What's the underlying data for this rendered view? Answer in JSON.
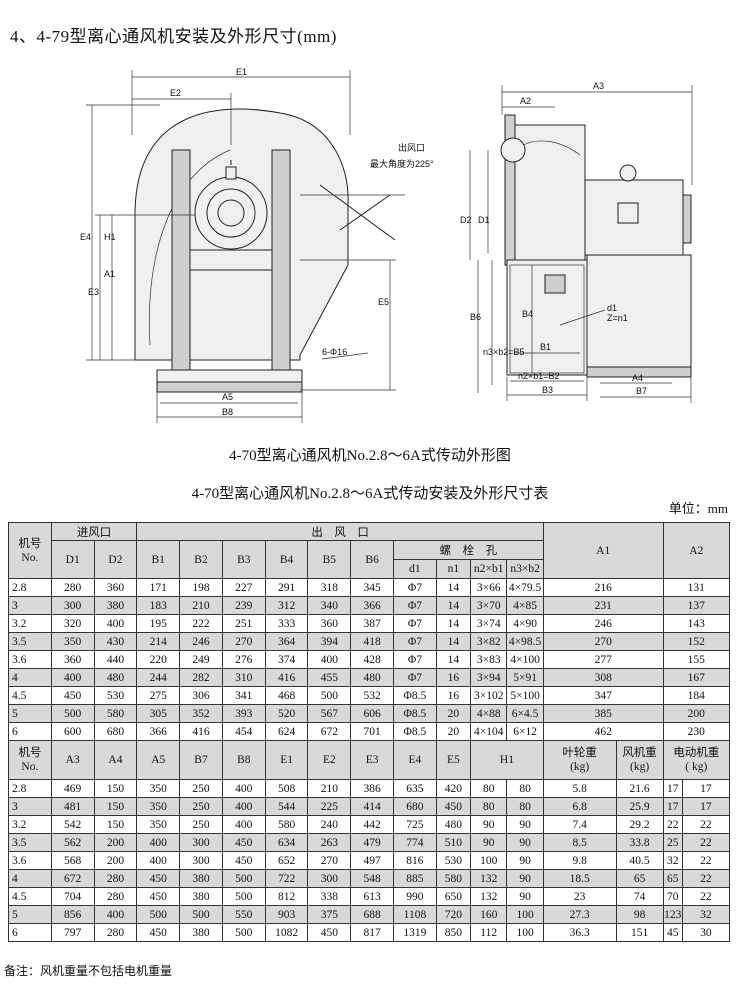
{
  "page": {
    "heading": "4、4-79型离心通风机安装及外形尺寸(mm)",
    "caption": "4-70型离心通风机No.2.8～6A式传动外形图",
    "table_title": "4-70型离心通风机No.2.8～6A式传动安装及外形尺寸表",
    "unit_label": "单位：mm",
    "footnote": "备注：风机重量不包括电机重量"
  },
  "drawing": {
    "left_view": {
      "labels": {
        "E1": "E1",
        "E2": "E2",
        "E3": "E3",
        "E4": "E4",
        "E5": "E5",
        "H1": "H1",
        "A1": "A1",
        "A5": "A5",
        "B8": "B8",
        "outlet1": "出风口",
        "outlet2": "最大角度为225°",
        "holes": "6-Φ16"
      }
    },
    "right_view": {
      "labels": {
        "A2": "A2",
        "A3": "A3",
        "A4": "A4",
        "D1": "D1",
        "D2": "D2",
        "B1": "B1",
        "B3": "B3",
        "B4": "B4",
        "B6": "B6",
        "B7": "B7",
        "n3": "n3×b2=B5",
        "n2": "n2×b1=B2",
        "d1": "d1",
        "zn": "Z=n1"
      }
    }
  },
  "table1": {
    "h_jihao": "机号\nNo.",
    "h_inlet": "进风口",
    "h_outlet": "出　风　口",
    "h_bolt": "螺　栓　孔",
    "h_cols": [
      "D1",
      "D2",
      "B1",
      "B2",
      "B3",
      "B4",
      "B5",
      "B6"
    ],
    "h_bolt_cols": [
      "d1",
      "n1",
      "n2×b1",
      "n3×b2"
    ],
    "h_A1": "A1",
    "h_A2": "A2",
    "rows": [
      [
        "2.8",
        "280",
        "360",
        "171",
        "198",
        "227",
        "291",
        "318",
        "345",
        "Φ7",
        "14",
        "3×66",
        "4×79.5",
        "216",
        "131"
      ],
      [
        "3",
        "300",
        "380",
        "183",
        "210",
        "239",
        "312",
        "340",
        "366",
        "Φ7",
        "14",
        "3×70",
        "4×85",
        "231",
        "137"
      ],
      [
        "3.2",
        "320",
        "400",
        "195",
        "222",
        "251",
        "333",
        "360",
        "387",
        "Φ7",
        "14",
        "3×74",
        "4×90",
        "246",
        "143"
      ],
      [
        "3.5",
        "350",
        "430",
        "214",
        "246",
        "270",
        "364",
        "394",
        "418",
        "Φ7",
        "14",
        "3×82",
        "4×98.5",
        "270",
        "152"
      ],
      [
        "3.6",
        "360",
        "440",
        "220",
        "249",
        "276",
        "374",
        "400",
        "428",
        "Φ7",
        "14",
        "3×83",
        "4×100",
        "277",
        "155"
      ],
      [
        "4",
        "400",
        "480",
        "244",
        "282",
        "310",
        "416",
        "455",
        "480",
        "Φ7",
        "16",
        "3×94",
        "5×91",
        "308",
        "167"
      ],
      [
        "4.5",
        "450",
        "530",
        "275",
        "306",
        "341",
        "468",
        "500",
        "532",
        "Φ8.5",
        "16",
        "3×102",
        "5×100",
        "347",
        "184"
      ],
      [
        "5",
        "500",
        "580",
        "305",
        "352",
        "393",
        "520",
        "567",
        "606",
        "Φ8.5",
        "20",
        "4×88",
        "6×4.5",
        "385",
        "200"
      ],
      [
        "6",
        "600",
        "680",
        "366",
        "416",
        "454",
        "624",
        "672",
        "701",
        "Φ8.5",
        "20",
        "4×104",
        "6×12",
        "462",
        "230"
      ]
    ]
  },
  "table2": {
    "h_jihao": "机号\nNo.",
    "h_cols": [
      "A3",
      "A4",
      "A5",
      "B7",
      "B8",
      "E1",
      "E2",
      "E3",
      "E4",
      "E5"
    ],
    "h_H1": "H1",
    "h_impeller": "叶轮重\n(kg)",
    "h_fan": "风机重\n(kg)",
    "h_motor": "电动机重\n( kg)",
    "rows": [
      [
        "2.8",
        "469",
        "150",
        "350",
        "250",
        "400",
        "508",
        "210",
        "386",
        "635",
        "420",
        "80",
        "80",
        "5.8",
        "21.6",
        "17",
        "17"
      ],
      [
        "3",
        "481",
        "150",
        "350",
        "250",
        "400",
        "544",
        "225",
        "414",
        "680",
        "450",
        "80",
        "80",
        "6.8",
        "25.9",
        "17",
        "17"
      ],
      [
        "3.2",
        "542",
        "150",
        "350",
        "250",
        "400",
        "580",
        "240",
        "442",
        "725",
        "480",
        "90",
        "90",
        "7.4",
        "29.2",
        "22",
        "22"
      ],
      [
        "3.5",
        "562",
        "200",
        "400",
        "300",
        "450",
        "634",
        "263",
        "479",
        "774",
        "510",
        "90",
        "90",
        "8.5",
        "33.8",
        "25",
        "22"
      ],
      [
        "3.6",
        "568",
        "200",
        "400",
        "300",
        "450",
        "652",
        "270",
        "497",
        "816",
        "530",
        "100",
        "90",
        "9.8",
        "40.5",
        "32",
        "22"
      ],
      [
        "4",
        "672",
        "280",
        "450",
        "380",
        "500",
        "722",
        "300",
        "548",
        "885",
        "580",
        "132",
        "90",
        "18.5",
        "65",
        "65",
        "22"
      ],
      [
        "4.5",
        "704",
        "280",
        "450",
        "380",
        "500",
        "812",
        "338",
        "613",
        "990",
        "650",
        "132",
        "90",
        "23",
        "74",
        "70",
        "22"
      ],
      [
        "5",
        "856",
        "400",
        "500",
        "500",
        "550",
        "903",
        "375",
        "688",
        "1108",
        "720",
        "160",
        "100",
        "27.3",
        "98",
        "123",
        "32"
      ],
      [
        "6",
        "797",
        "280",
        "450",
        "380",
        "500",
        "1082",
        "450",
        "817",
        "1319",
        "850",
        "112",
        "100",
        "36.3",
        "151",
        "45",
        "30"
      ]
    ]
  }
}
